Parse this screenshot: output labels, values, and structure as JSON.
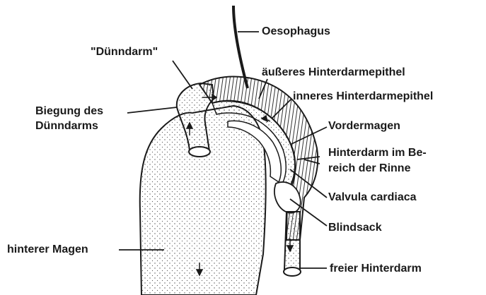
{
  "colors": {
    "ink": "#1a1a1a",
    "background": "#ffffff",
    "stipple": "#555555"
  },
  "labels": {
    "oesophagus": "Oesophagus",
    "duenndarm": "\"Dünndarm\"",
    "aeusseres_epithel": "äußeres Hinterdarmepithel",
    "inneres_epithel": "inneres Hinterdarmepithel",
    "biegung_line1": "Biegung des",
    "biegung_line2": "Dünndarms",
    "vordermagen": "Vordermagen",
    "hinterdarm_rinne_line1": "Hinterdarm im Be-",
    "hinterdarm_rinne_line2": "reich der Rinne",
    "valvula": "Valvula cardiaca",
    "blindsack": "Blindsack",
    "hinterer_magen": "hinterer Magen",
    "freier_hinterdarm": "freier Hinterdarm"
  }
}
